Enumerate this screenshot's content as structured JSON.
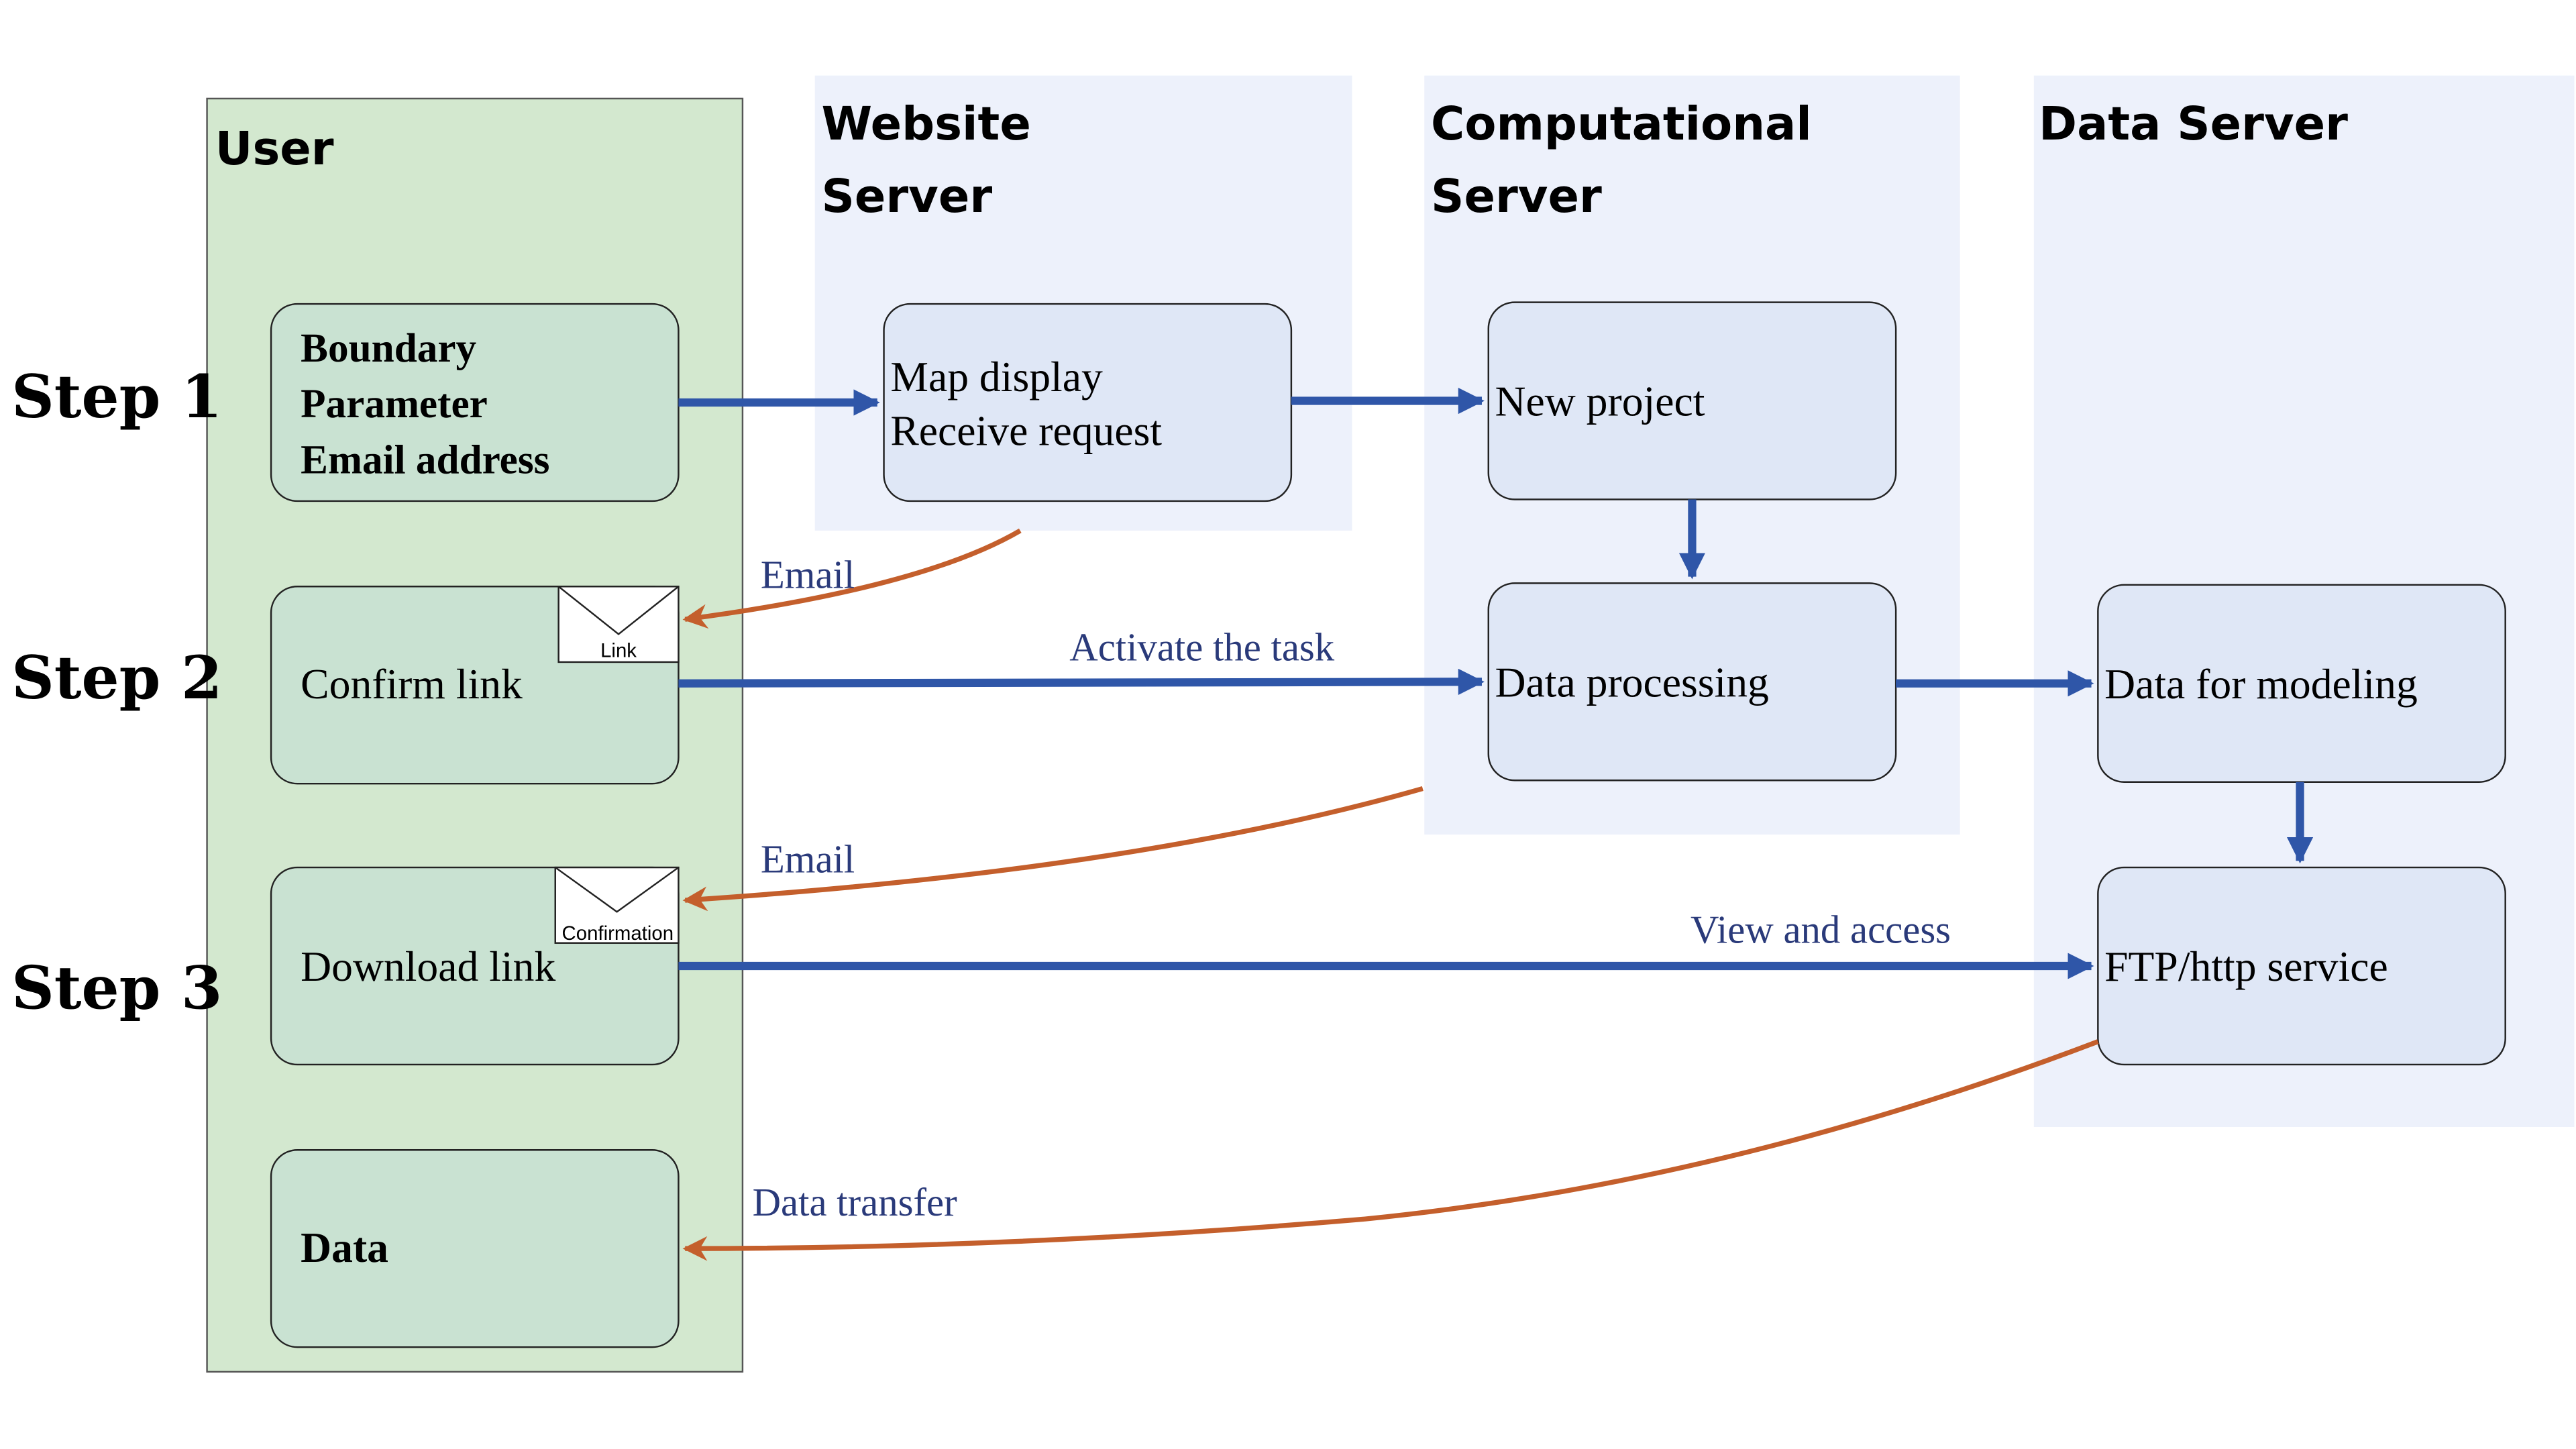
{
  "lanes": {
    "user": "User",
    "website_server": [
      "Website",
      "Server"
    ],
    "computational_server": [
      "Computational",
      "Server"
    ],
    "data_server": "Data Server"
  },
  "steps": [
    "Step 1",
    "Step 2",
    "Step 3"
  ],
  "nodes": {
    "boundary": [
      "Boundary",
      "Parameter",
      "Email address"
    ],
    "confirm_link": "Confirm link",
    "download_link": "Download link",
    "data": "Data",
    "map_display": [
      "Map display",
      "Receive request"
    ],
    "new_project": "New project",
    "data_processing": "Data processing",
    "data_for_modeling": "Data for modeling",
    "ftp_service": "FTP/http service"
  },
  "envelopes": {
    "link": "Link",
    "confirmation": "Confirmation"
  },
  "edge_labels": {
    "email_1": "Email",
    "email_2": "Email",
    "activate": "Activate the task",
    "view_access": "View and access",
    "data_transfer": "Data transfer"
  },
  "colors": {
    "user_lane": "#d3e8cf",
    "server_lane": "#edf1fb",
    "user_node": "#c9e2d2",
    "server_node": "#dfe7f6",
    "request_arrow": "#2f56a8",
    "response_arrow": "#c45f2c",
    "label_text": "#2a3a7a"
  }
}
